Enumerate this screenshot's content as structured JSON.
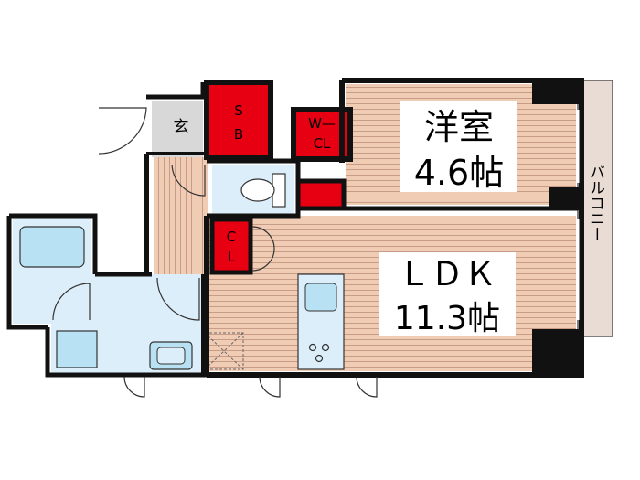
{
  "rooms": {
    "western": {
      "name": "洋室",
      "size": "4.6帖"
    },
    "ldk": {
      "name": "ＬＤＫ",
      "size": "11.3帖"
    },
    "entrance": {
      "name": "玄"
    },
    "sb": {
      "line1": "S",
      "line2": "B"
    },
    "wcl": {
      "line1": "W—",
      "line2": "CL"
    },
    "cl": {
      "line1": "C",
      "line2": "L"
    }
  },
  "balcony": {
    "label": "バルコニー"
  },
  "colors": {
    "wall": "#111111",
    "wood_floor": "#f0ccb4",
    "wood_stripe": "#c89d87",
    "wet_floor": "#dceef9",
    "fixture": "#b8e2f4",
    "storage": "#e60012",
    "balcony": "#e8dcd4",
    "entrance": "#d8d8d8"
  }
}
